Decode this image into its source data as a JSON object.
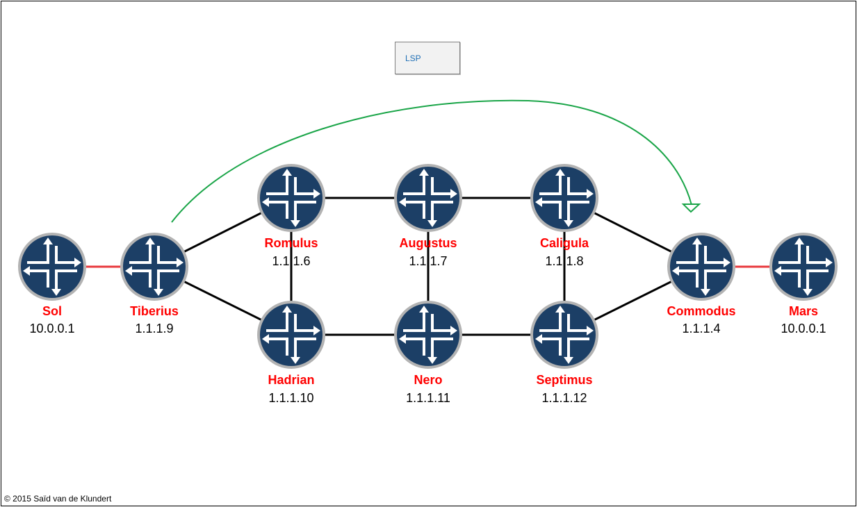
{
  "lsp_label": "LSP",
  "copyright": "© 2015 Saïd van de Klundert",
  "routers": {
    "sol": {
      "name": "Sol",
      "ip": "10.0.0.1"
    },
    "tiberius": {
      "name": "Tiberius",
      "ip": "1.1.1.9"
    },
    "romulus": {
      "name": "Romulus",
      "ip": "1.1.1.6"
    },
    "augustus": {
      "name": "Augustus",
      "ip": "1.1.1.7"
    },
    "caligula": {
      "name": "Caligula",
      "ip": "1.1.1.8"
    },
    "hadrian": {
      "name": "Hadrian",
      "ip": "1.1.1.10"
    },
    "nero": {
      "name": "Nero",
      "ip": "1.1.1.11"
    },
    "septimus": {
      "name": "Septimus",
      "ip": "1.1.1.12"
    },
    "commodus": {
      "name": "Commodus",
      "ip": "1.1.1.4"
    },
    "mars": {
      "name": "Mars",
      "ip": "10.0.0.1"
    }
  },
  "links": [
    {
      "from": "sol",
      "to": "tiberius",
      "color": "#e8383d"
    },
    {
      "from": "tiberius",
      "to": "romulus",
      "color": "#000000"
    },
    {
      "from": "tiberius",
      "to": "hadrian",
      "color": "#000000"
    },
    {
      "from": "romulus",
      "to": "augustus",
      "color": "#000000"
    },
    {
      "from": "augustus",
      "to": "caligula",
      "color": "#000000"
    },
    {
      "from": "hadrian",
      "to": "nero",
      "color": "#000000"
    },
    {
      "from": "nero",
      "to": "septimus",
      "color": "#000000"
    },
    {
      "from": "romulus",
      "to": "hadrian",
      "color": "#000000"
    },
    {
      "from": "augustus",
      "to": "nero",
      "color": "#000000"
    },
    {
      "from": "caligula",
      "to": "septimus",
      "color": "#000000"
    },
    {
      "from": "caligula",
      "to": "commodus",
      "color": "#000000"
    },
    {
      "from": "septimus",
      "to": "commodus",
      "color": "#000000"
    },
    {
      "from": "commodus",
      "to": "mars",
      "color": "#e8383d"
    }
  ],
  "colors": {
    "router_fill": "#1c3f66",
    "router_ring": "#b3b3b3",
    "lsp_arrow": "#1aa548"
  },
  "icons": {
    "router": "router-icon"
  }
}
